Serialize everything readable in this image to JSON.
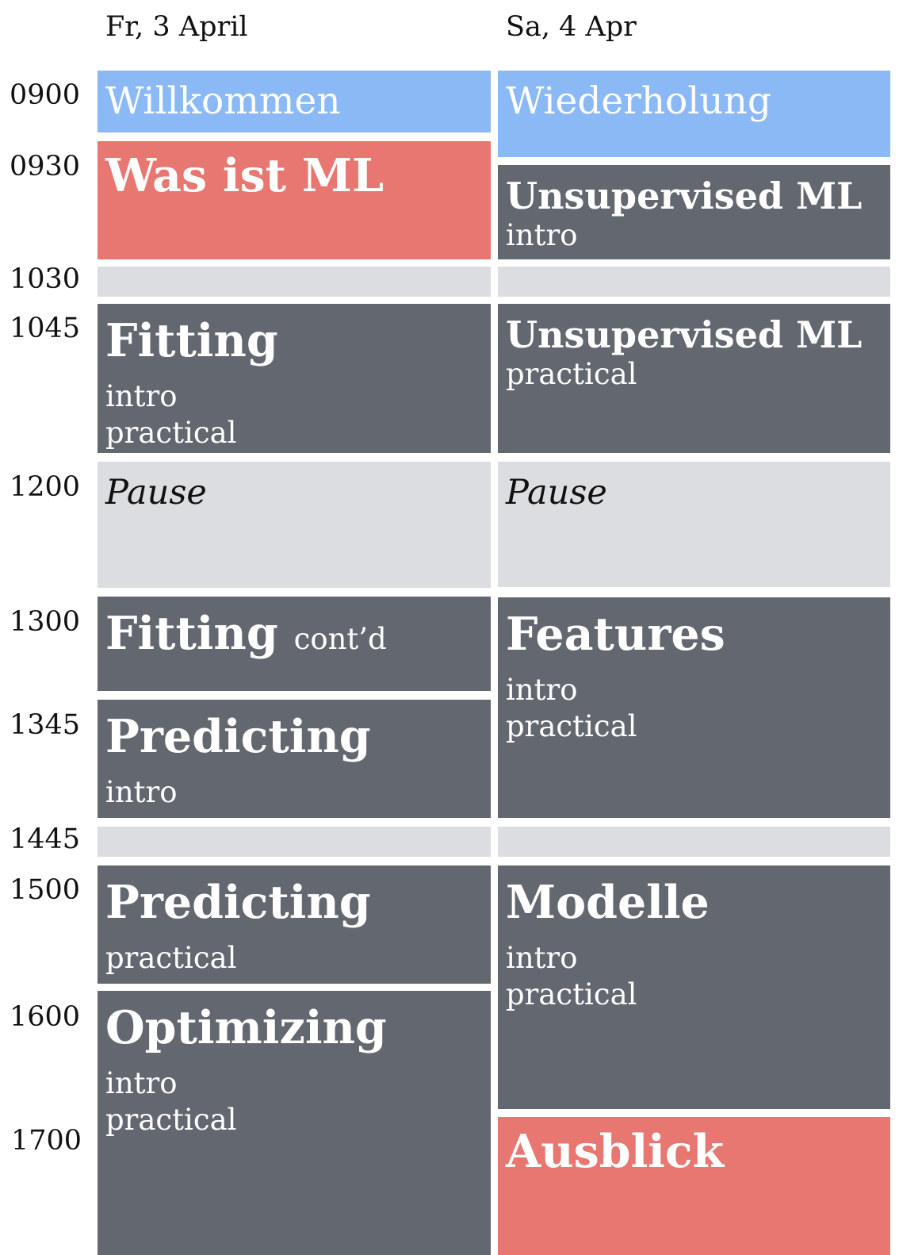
{
  "days": {
    "day1": "Fr, 3 April",
    "day2": "Sa, 4 Apr"
  },
  "times": [
    "0900",
    "0930",
    "1030",
    "1045",
    "1200",
    "1300",
    "1345",
    "1445",
    "1500",
    "1600",
    "1700"
  ],
  "colors": {
    "plenary": "#8ab9f5",
    "highlight": "#e77770",
    "session": "#636770",
    "break": "#dcdde0"
  },
  "day1_sessions": {
    "willkommen": {
      "title": "Willkommen"
    },
    "was_ist_ml": {
      "title": "Was ist ML"
    },
    "fitting": {
      "title": "Fitting",
      "sub1": "intro",
      "sub2": "practical"
    },
    "pause": {
      "title": "Pause"
    },
    "fitting_contd": {
      "title": "Fitting",
      "suffix": "cont’d"
    },
    "predicting_intro": {
      "title": "Predicting",
      "sub1": "intro"
    },
    "predicting_practical": {
      "title": "Predicting",
      "sub1": "practical"
    },
    "optimizing": {
      "title": "Optimizing",
      "sub1": "intro",
      "sub2": "practical"
    }
  },
  "day2_sessions": {
    "wiederholung": {
      "title": "Wiederholung"
    },
    "unsupervised_intro": {
      "title": "Unsupervised ML",
      "sub1": "intro"
    },
    "unsupervised_practical": {
      "title": "Unsupervised ML",
      "sub1": "practical"
    },
    "pause": {
      "title": "Pause"
    },
    "features": {
      "title": "Features",
      "sub1": "intro",
      "sub2": "practical"
    },
    "modelle": {
      "title": "Modelle",
      "sub1": "intro",
      "sub2": "practical"
    },
    "ausblick": {
      "title": "Ausblick"
    }
  }
}
